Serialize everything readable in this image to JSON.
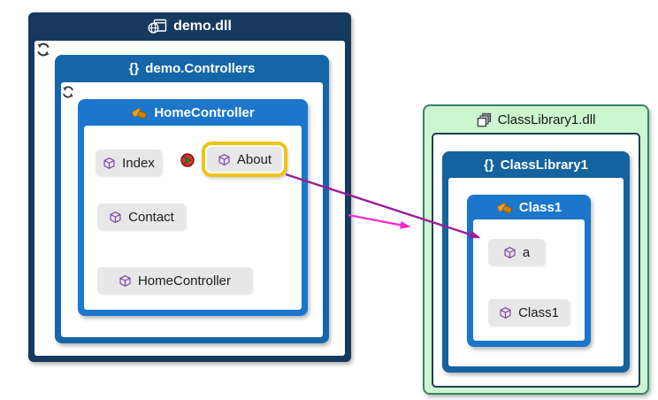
{
  "diagram": {
    "demo_dll": {
      "title": "demo.dll",
      "icon": "web-application-icon"
    },
    "demo_controllers": {
      "title": "demo.Controllers",
      "icon": "namespace-icon"
    },
    "home_controller_group": {
      "title": "HomeController",
      "icon": "class-icon"
    },
    "home_controller_nodes": [
      {
        "label": "Index",
        "icon": "method-icon",
        "highlighted": false
      },
      {
        "label": "About",
        "icon": "method-icon",
        "highlighted": true
      },
      {
        "label": "Contact",
        "icon": "method-icon",
        "highlighted": false
      },
      {
        "label": "HomeController",
        "icon": "method-icon",
        "highlighted": false
      }
    ],
    "classlibrary_dll": {
      "title": "ClassLibrary1.dll",
      "icon": "module-icon"
    },
    "classlibrary_ns": {
      "title": "ClassLibrary1",
      "icon": "namespace-icon"
    },
    "class1_group": {
      "title": "Class1",
      "icon": "class-icon"
    },
    "class1_nodes": [
      {
        "label": "a",
        "icon": "method-icon",
        "highlighted": false
      },
      {
        "label": "Class1",
        "icon": "method-icon",
        "highlighted": false
      }
    ],
    "links": [
      {
        "from": "About",
        "to": "a",
        "color": "#9B1D9B",
        "style": "solid-arrow"
      },
      {
        "from": "demo.dll",
        "to": "ClassLibrary1.dll",
        "color": "#FF2BCF",
        "style": "solid-arrow"
      }
    ],
    "badges": [
      {
        "name": "refresh-badge",
        "meaning": "group-refresh",
        "glyph": "circular-arrows"
      },
      {
        "name": "expand-link-badge",
        "meaning": "incoming-link-indicator",
        "glyph": "red-circle-green-arrow"
      }
    ]
  },
  "icons": {
    "namespace_glyph": "{}"
  },
  "colors": {
    "assembly_dark": "#17395E",
    "namespace_blue": "#1565A9",
    "namespace_blue_right": "#15639E",
    "class_blue": "#1B76CC",
    "green_fill": "#CCF6D0",
    "green_border": "#3A8464",
    "node_gray": "#E7E7E7",
    "selection_yellow": "#F0C314",
    "link_purple": "#9B1D9B",
    "link_pink": "#FF2BCF"
  }
}
